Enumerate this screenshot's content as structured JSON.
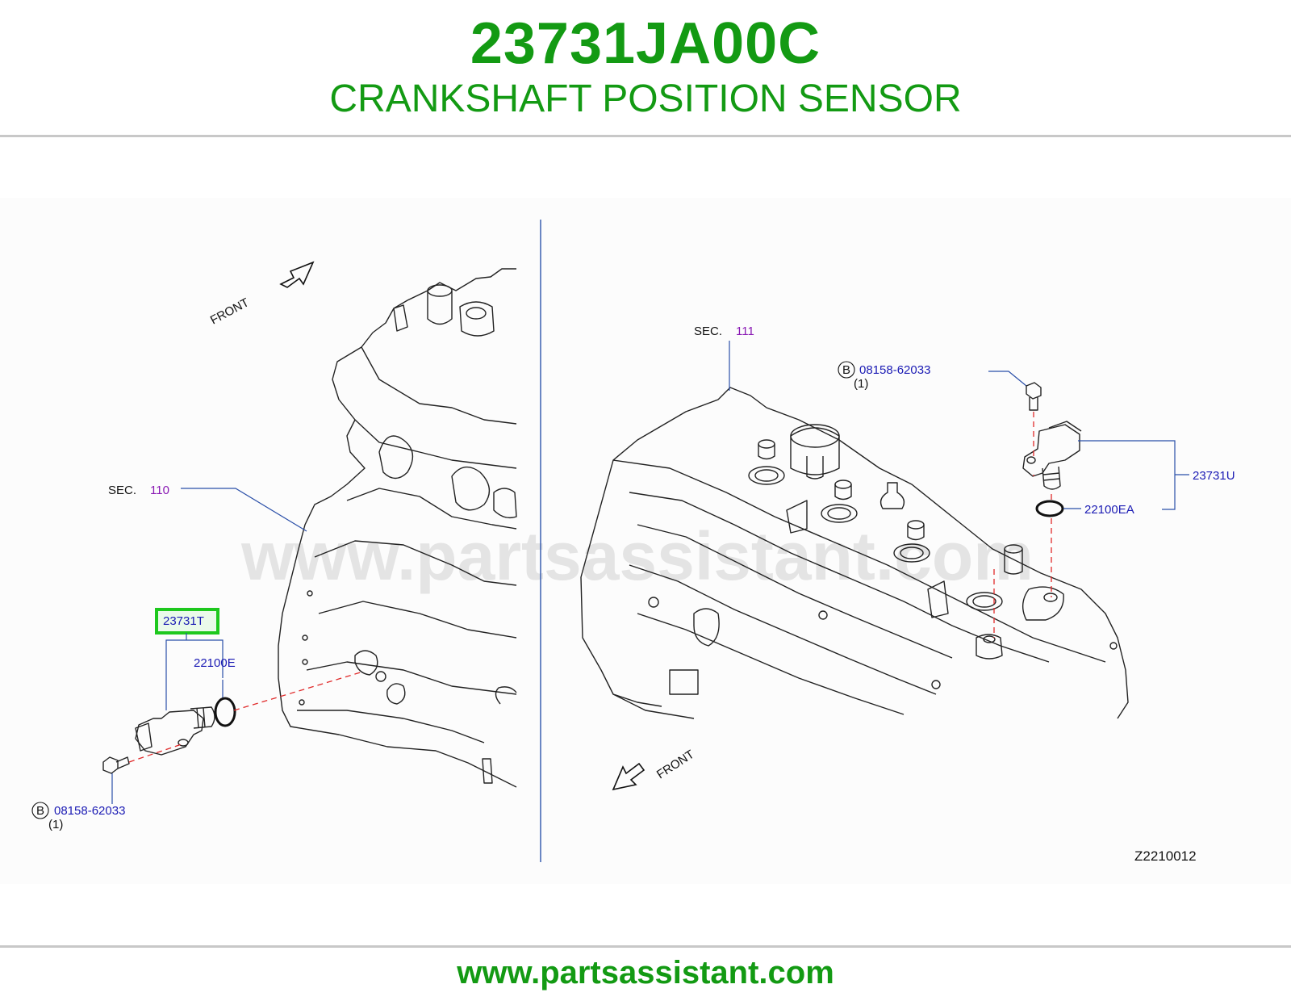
{
  "header": {
    "part_number": "23731JA00C",
    "part_name": "CRANKSHAFT POSITION SENSOR"
  },
  "diagram": {
    "left_view": {
      "front_label": "FRONT",
      "sec_prefix": "SEC.",
      "sec_number": "110",
      "sensor_callout": "23731T",
      "oring_callout": "22100E",
      "bolt_circle_letter": "B",
      "bolt_callout": "08158-62033",
      "bolt_qty": "(1)"
    },
    "right_view": {
      "front_label": "FRONT",
      "sec_prefix": "SEC.",
      "sec_number": "111",
      "bolt_circle_letter": "B",
      "bolt_callout": "08158-62033",
      "bolt_qty": "(1)",
      "sensor_callout": "23731U",
      "oring_callout": "22100EA"
    },
    "figure_code": "Z2210012",
    "watermark": "www.partsassistant.com",
    "colors": {
      "brand_green": "#139a13",
      "callout_blue": "#1b1bb4",
      "sec_purple": "#8a1ab4",
      "highlight_box": "#1ec81e",
      "divider_blue": "#3a5fb0",
      "assembly_line_red": "#e02a2a"
    }
  },
  "footer": {
    "url": "www.partsassistant.com"
  }
}
